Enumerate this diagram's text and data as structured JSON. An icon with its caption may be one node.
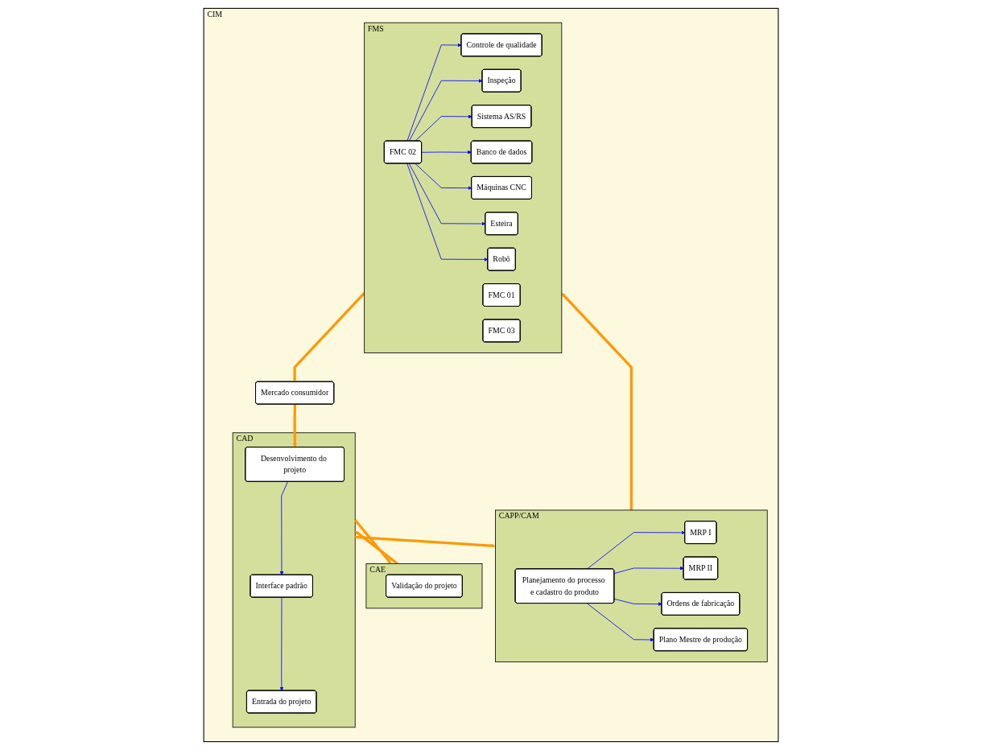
{
  "diagram": {
    "nodes": [
      {
        "text": [
          "CIM"
        ]
      },
      {
        "text": [
          "Mercado consumidor"
        ],
        "in": 0
      },
      {
        "text": [
          "CAD"
        ],
        "in": 0
      },
      {
        "text": [
          "Desenvolvimento do projeto"
        ],
        "in": 2
      },
      {
        "text": [
          "Interface padrão"
        ],
        "in": 2
      },
      {
        "text": [
          "Entrada do projeto"
        ],
        "in": 2
      },
      {
        "text": [
          "CAE"
        ],
        "in": 0
      },
      {
        "text": [
          "Validação do projeto"
        ],
        "in": 6
      },
      {
        "text": [
          "CAPP/CAM"
        ],
        "in": 0
      },
      {
        "text": [
          "Planejamento do processo e cadastro do produto"
        ],
        "in": 8
      },
      {
        "text": [
          "MRP I"
        ],
        "in": 8
      },
      {
        "text": [
          "MRP II"
        ],
        "in": 8
      },
      {
        "text": [
          "Ordens de fabricação"
        ],
        "in": 8
      },
      {
        "text": [
          "Plano Mestre de produção"
        ],
        "in": 8
      },
      {
        "text": [
          "FMS"
        ],
        "in": 0
      },
      {
        "text": [
          "Controle de qualidade"
        ],
        "in": 14
      },
      {
        "text": [
          "FMC 01"
        ],
        "in": 14
      },
      {
        "text": [
          "FMC 02"
        ],
        "in": 14
      },
      {
        "text": [
          "FMC 03"
        ],
        "in": 14
      },
      {
        "text": [
          "Inspeção"
        ],
        "in": 14
      },
      {
        "text": [
          "Sistema AS/RS"
        ],
        "in": 14
      },
      {
        "text": [
          "Banco de dados"
        ],
        "in": 14
      },
      {
        "text": [
          "Máquinas CNC"
        ],
        "in": 14
      },
      {
        "text": [
          "Esteira"
        ],
        "in": 14
      },
      {
        "text": [
          "Robô"
        ],
        "in": 14
      }
    ],
    "edges": [
      {
        "from": 1,
        "to": 3,
        "arrow": "to",
        "style": "thick",
        "color": "#ff9900"
      },
      {
        "from": 3,
        "to": 4,
        "arrow": "to"
      },
      {
        "from": 4,
        "to": 5,
        "arrow": "to"
      },
      {
        "from": 2,
        "to": 6,
        "arrow": "to",
        "style": "thick",
        "color": "#ff9900"
      },
      {
        "from": 6,
        "to": 2,
        "arrow": "to",
        "style": "thick",
        "color": "#ff9900"
      },
      {
        "from": 2,
        "to": 8,
        "arrow": "to",
        "style": "thick",
        "color": "#ff9900"
      },
      {
        "from": 9,
        "to": 10,
        "arrow": "to"
      },
      {
        "from": 9,
        "to": 11,
        "arrow": "to"
      },
      {
        "from": 9,
        "to": 12,
        "arrow": "to"
      },
      {
        "from": 9,
        "to": 13,
        "arrow": "to"
      },
      {
        "from": 8,
        "to": 14,
        "arrow": "to",
        "style": "thick",
        "color": "#ff9900"
      },
      {
        "from": 14,
        "to": 1,
        "arrow": "to",
        "style": "thick",
        "color": "#ff9900"
      },
      {
        "from": 17,
        "to": 15,
        "arrow": "to"
      },
      {
        "from": 17,
        "to": 19,
        "arrow": "to"
      },
      {
        "from": 17,
        "to": 20,
        "arrow": "to"
      },
      {
        "from": 17,
        "to": 21,
        "arrow": "to"
      },
      {
        "from": 17,
        "to": 22,
        "arrow": "to"
      },
      {
        "from": 17,
        "to": 23,
        "arrow": "to"
      },
      {
        "from": 17,
        "to": 24,
        "arrow": "to"
      }
    ]
  }
}
